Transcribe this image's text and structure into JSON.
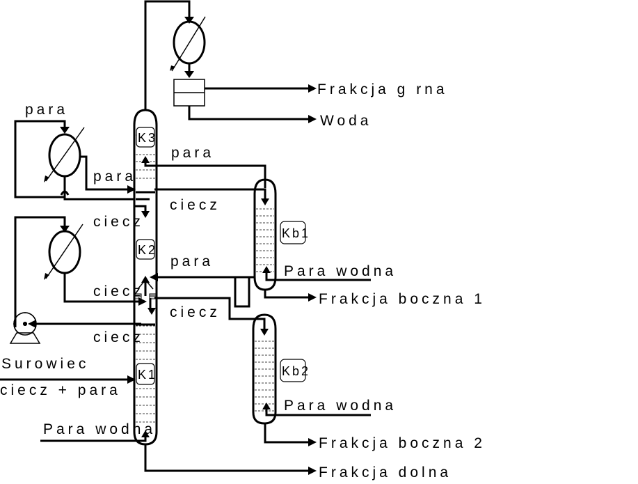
{
  "labels": {
    "frakcja_gorna": "Frakcja g  rna",
    "woda": "Woda",
    "para_top_left": "para",
    "para_condenser_out": "para",
    "para_to_kb1": "para",
    "ciecz_from_k3": "ciecz",
    "ciecz_reflux_k3": "ciecz",
    "para_to_kb2": "para",
    "ciecz_reflux_k2": "ciecz",
    "ciecz_to_kb2": "ciecz",
    "ciecz_pump": "ciecz",
    "surowiec": "Surowiec",
    "ciecz_para": "ciecz + para",
    "para_wodna_main": "Para wodna",
    "para_wodna_kb1": "Para wodna",
    "para_wodna_kb2": "Para wodna",
    "frakcja_boczna_1": "Frakcja boczna 1",
    "frakcja_boczna_2": "Frakcja boczna 2",
    "frakcja_dolna": "Frakcja dolna"
  },
  "sections": {
    "k1": "K1",
    "k2": "K2",
    "k3": "K3",
    "kb1": "Kb1",
    "kb2": "Kb2"
  }
}
